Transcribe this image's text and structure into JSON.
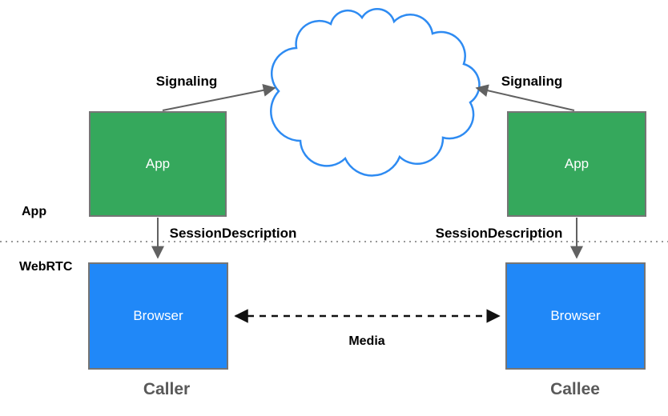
{
  "lanes": {
    "app": "App",
    "webrtc": "WebRTC"
  },
  "nodes": {
    "caller_app": "App",
    "callee_app": "App",
    "caller_browser": "Browser",
    "callee_browser": "Browser"
  },
  "edges": {
    "signaling_left": "Signaling",
    "signaling_right": "Signaling",
    "session_description_left": "SessionDescription",
    "session_description_right": "SessionDescription",
    "media": "Media"
  },
  "endpoints": {
    "caller": "Caller",
    "callee": "Callee"
  },
  "colors": {
    "app_box_fill": "#35a85c",
    "browser_box_fill": "#2088f8",
    "cloud_stroke": "#2e8bf2",
    "box_border": "#757575",
    "signaling_arrow": "#616161",
    "media_arrow": "#111111",
    "lane_divider": "#999999",
    "endpoint_label_text": "#595959",
    "box_text": "#ffffff",
    "label_text": "#000000"
  }
}
